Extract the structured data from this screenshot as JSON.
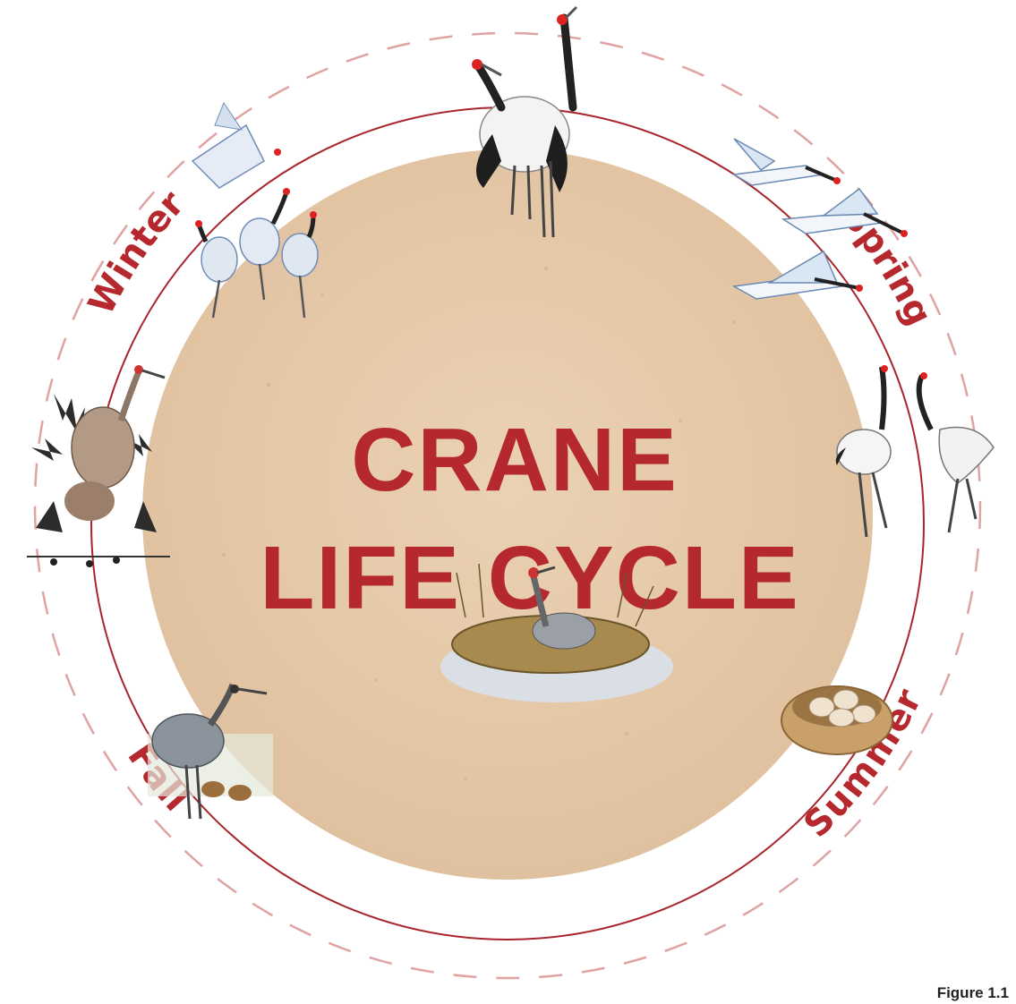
{
  "title": {
    "line1": "CRANE",
    "line2": "LIFE CYCLE"
  },
  "seasons": {
    "winter": "Winter",
    "spring": "Spring",
    "summer": "Summer",
    "fall": "Fall"
  },
  "figure_label": "Figure 1.1",
  "colors": {
    "accent": "#b5282e",
    "background_disc": "#e5c9a8",
    "dashed_ring": "#e0a3a3"
  },
  "illustrations": [
    "dancing-red-crowned-cranes",
    "flying-cranes",
    "displaying-cranes",
    "egg-nest",
    "crane-incubating-on-nest",
    "crane-with-chicks",
    "sandhill-cranes-in-marsh",
    "wintering-cranes"
  ]
}
